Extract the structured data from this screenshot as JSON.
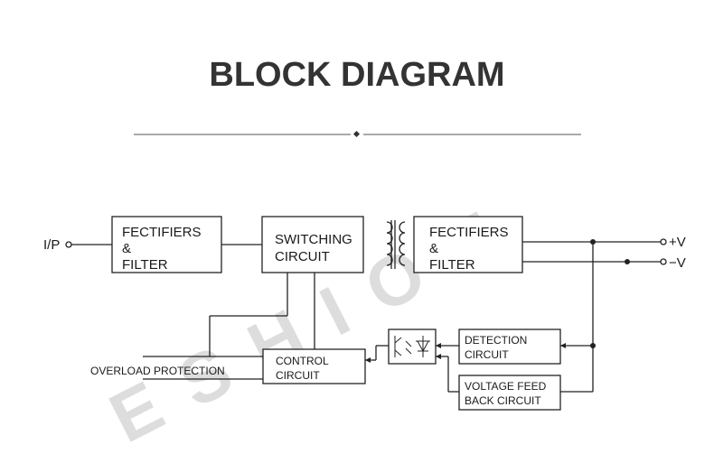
{
  "title": "BLOCK DIAGRAM",
  "watermark": "E S H I O N",
  "blocks": {
    "input_rectifier": [
      "FECTIFIERS",
      "&",
      "FILTER"
    ],
    "switching": [
      "SWITCHING",
      "CIRCUIT"
    ],
    "output_rectifier": [
      "FECTIFIERS",
      "&",
      "FILTER"
    ],
    "control": [
      "CONTROL",
      "CIRCUIT"
    ],
    "detection": [
      "DETECTION",
      "CIRCUIT"
    ],
    "feedback": [
      "VOLTAGE FEED",
      "BACK CIRCUIT"
    ]
  },
  "labels": {
    "input": "I/P",
    "overload": "OVERLOAD PROTECTION",
    "pos_out": "+V",
    "neg_out": "−V"
  }
}
